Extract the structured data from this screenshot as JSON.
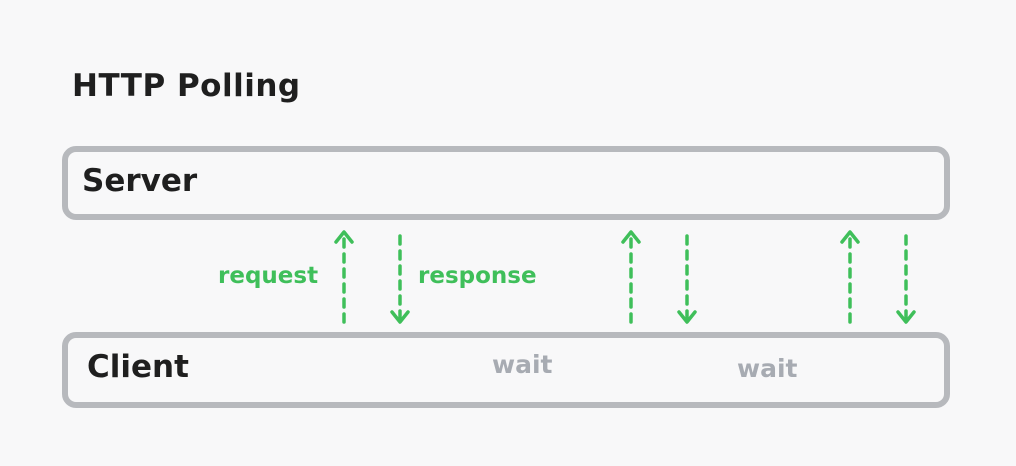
{
  "diagram": {
    "title": "HTTP Polling",
    "server": {
      "label": "Server"
    },
    "client": {
      "label": "Client"
    },
    "labels": {
      "request": "request",
      "response": "response",
      "wait_1": "wait",
      "wait_2": "wait"
    },
    "arrows": [
      {
        "name": "request-1",
        "direction": "up"
      },
      {
        "name": "response-1",
        "direction": "down"
      },
      {
        "name": "request-2",
        "direction": "up"
      },
      {
        "name": "response-2",
        "direction": "down"
      },
      {
        "name": "request-3",
        "direction": "up"
      },
      {
        "name": "response-3",
        "direction": "down"
      }
    ],
    "colors": {
      "arrow": "#3fbf5a",
      "lane_border": "#b7b9bd",
      "wait_text": "#a7abb2",
      "text": "#1f1f1f",
      "background": "#f8f8f9"
    }
  }
}
